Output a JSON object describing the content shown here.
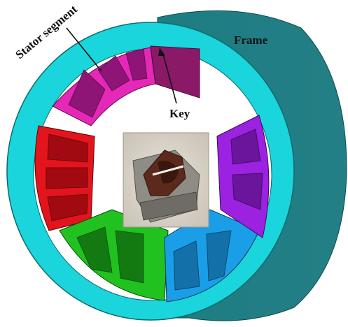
{
  "labels": {
    "stator_segment": "Stator segment",
    "frame": "Frame",
    "key": "Key"
  },
  "colors": {
    "frame_outer": "#1f8a8f",
    "frame_inner": "#1ad5db",
    "frame_rim": "#35f2f5",
    "segment_magenta": "#e628b8",
    "segment_red": "#e3141c",
    "segment_green": "#21c21f",
    "segment_blue": "#1b9ee8",
    "segment_purple": "#9b22e0",
    "key": "#8a1a68"
  },
  "photo": {
    "description_icon": "stator-segment-photo"
  }
}
